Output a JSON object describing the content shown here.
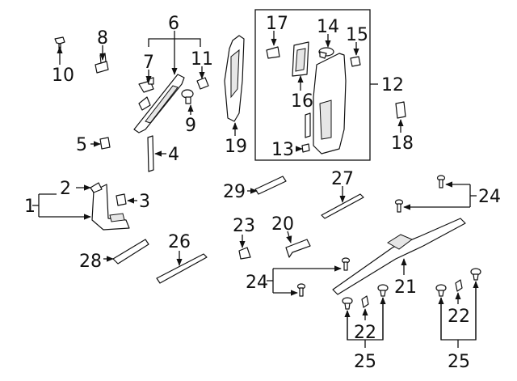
{
  "diagram": {
    "callouts": [
      {
        "id": "c1",
        "label": "1"
      },
      {
        "id": "c2",
        "label": "2"
      },
      {
        "id": "c3",
        "label": "3"
      },
      {
        "id": "c4",
        "label": "4"
      },
      {
        "id": "c5",
        "label": "5"
      },
      {
        "id": "c6",
        "label": "6"
      },
      {
        "id": "c7",
        "label": "7"
      },
      {
        "id": "c8",
        "label": "8"
      },
      {
        "id": "c9",
        "label": "9"
      },
      {
        "id": "c10",
        "label": "10"
      },
      {
        "id": "c11",
        "label": "11"
      },
      {
        "id": "c12",
        "label": "12"
      },
      {
        "id": "c13",
        "label": "13"
      },
      {
        "id": "c14",
        "label": "14"
      },
      {
        "id": "c15",
        "label": "15"
      },
      {
        "id": "c16",
        "label": "16"
      },
      {
        "id": "c17",
        "label": "17"
      },
      {
        "id": "c18",
        "label": "18"
      },
      {
        "id": "c19",
        "label": "19"
      },
      {
        "id": "c20",
        "label": "20"
      },
      {
        "id": "c21",
        "label": "21"
      },
      {
        "id": "c22a",
        "label": "22"
      },
      {
        "id": "c22b",
        "label": "22"
      },
      {
        "id": "c23",
        "label": "23"
      },
      {
        "id": "c24a",
        "label": "24"
      },
      {
        "id": "c24b",
        "label": "24"
      },
      {
        "id": "c25a",
        "label": "25"
      },
      {
        "id": "c25b",
        "label": "25"
      },
      {
        "id": "c26",
        "label": "26"
      },
      {
        "id": "c27",
        "label": "27"
      },
      {
        "id": "c28",
        "label": "28"
      },
      {
        "id": "c29",
        "label": "29"
      }
    ]
  }
}
